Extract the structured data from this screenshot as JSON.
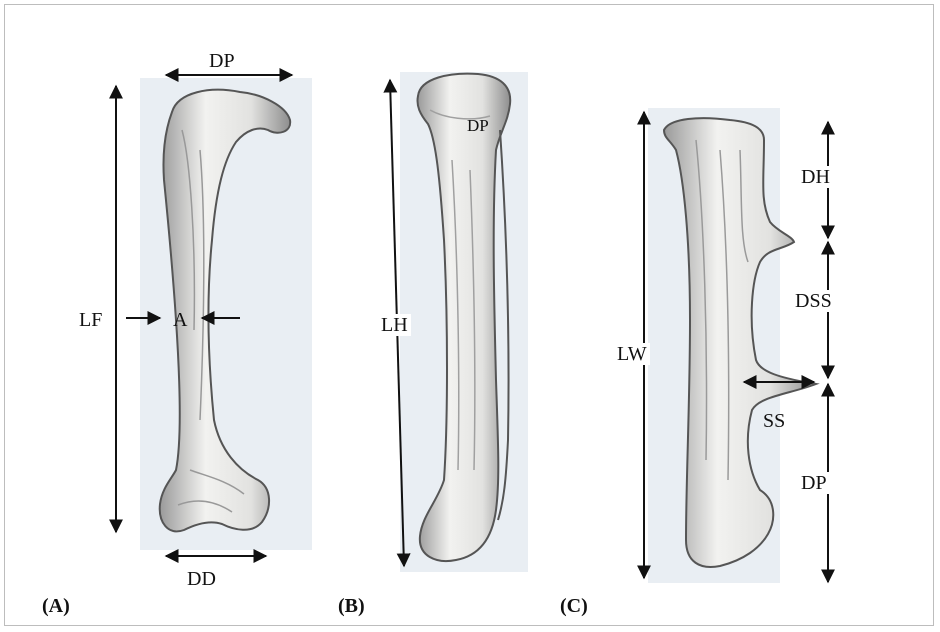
{
  "panels": {
    "a": "(A)",
    "b": "(B)",
    "c": "(C)"
  },
  "femur": {
    "dp": "DP",
    "lf": "LF",
    "a": "A",
    "dd": "DD"
  },
  "humerus": {
    "lh": "LH",
    "dp": "DP"
  },
  "wing": {
    "lw": "LW",
    "dh": "DH",
    "dss": "DSS",
    "ss": "SS",
    "dp": "DP"
  },
  "colors": {
    "ink": "#111111",
    "paper": "#e9eef3",
    "bone": "#f4f4f2",
    "shade": "#8c8c8c"
  }
}
